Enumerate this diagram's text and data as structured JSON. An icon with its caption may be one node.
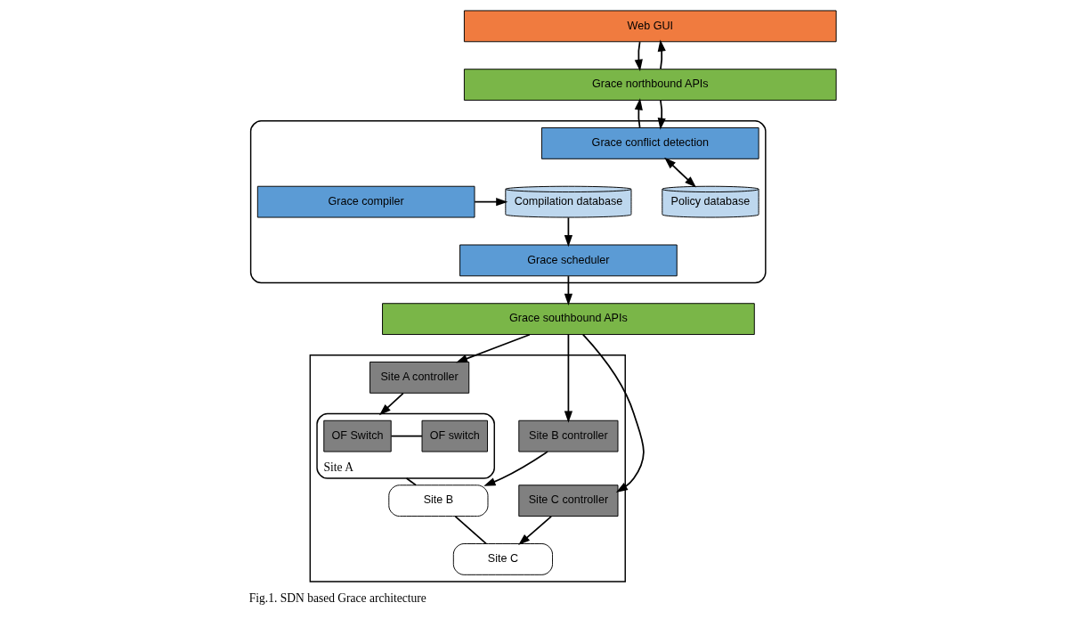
{
  "diagram": {
    "caption": "Fig.1. SDN based Grace architecture",
    "nodes": [
      {
        "text": [
          "Web GUI"
        ]
      },
      {
        "text": [
          "Grace northbound APIs"
        ]
      },
      {
        "text": [],
        "shape": "box"
      },
      {
        "text": [
          "Grace conflict detection"
        ],
        "in": 2
      },
      {
        "text": [
          "Policy database"
        ],
        "in": 2
      },
      {
        "text": [
          "Grace compiler"
        ],
        "in": 2
      },
      {
        "text": [
          "Compilation database"
        ],
        "in": 2
      },
      {
        "text": [
          "Grace scheduler"
        ],
        "in": 2
      },
      {
        "text": [
          "Grace southbound APIs"
        ]
      },
      {
        "text": [],
        "shape": "box"
      },
      {
        "text": [
          "Site A controller"
        ],
        "in": 9
      },
      {
        "text": [
          "Site B controller"
        ],
        "in": 9
      },
      {
        "text": [
          "Site C controller"
        ],
        "in": 9
      },
      {
        "text": [
          "Site A"
        ],
        "in": 9
      },
      {
        "text": [
          "OF Switch"
        ],
        "in": 13
      },
      {
        "text": [
          "OF switch"
        ],
        "in": 13
      },
      {
        "text": [
          "Site B"
        ],
        "in": 9
      },
      {
        "text": [
          "Site C"
        ],
        "in": 9
      }
    ],
    "edges": [
      {
        "from": 0,
        "to": 1,
        "arrow": "to"
      },
      {
        "from": 1,
        "to": 0,
        "arrow": "to"
      },
      {
        "from": 1,
        "to": 3,
        "arrow": "to"
      },
      {
        "from": 3,
        "to": 1,
        "arrow": "to"
      },
      {
        "from": 3,
        "to": 4,
        "arrow": "both"
      },
      {
        "from": 5,
        "to": 6,
        "arrow": "to"
      },
      {
        "from": 6,
        "to": 7,
        "arrow": "to"
      },
      {
        "from": 7,
        "to": 8,
        "arrow": "to"
      },
      {
        "from": 8,
        "to": 10,
        "arrow": "to"
      },
      {
        "from": 8,
        "to": 11,
        "arrow": "to"
      },
      {
        "from": 8,
        "to": 12,
        "arrow": "to"
      },
      {
        "from": 10,
        "to": 13,
        "arrow": "to"
      },
      {
        "from": 11,
        "to": 16,
        "arrow": "to"
      },
      {
        "from": 12,
        "to": 17,
        "arrow": "to"
      },
      {
        "from": 14,
        "to": 15,
        "arrow": "none"
      },
      {
        "from": 13,
        "to": 16,
        "arrow": "none"
      },
      {
        "from": 16,
        "to": 17,
        "arrow": "none"
      }
    ]
  }
}
